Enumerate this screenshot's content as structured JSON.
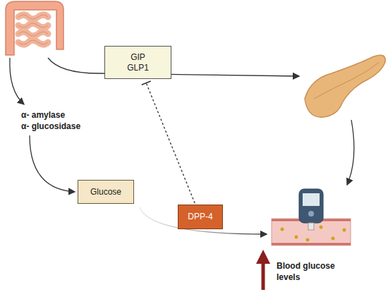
{
  "diagram": {
    "nodes": [
      {
        "text": [
          "GIP GLP1"
        ]
      },
      {
        "text": [
          "Glucose"
        ]
      },
      {
        "text": [
          "DPP-4"
        ]
      }
    ],
    "edges": [
      {
        "from": 2,
        "to": 0,
        "arrow": "to"
      }
    ],
    "labels": [
      "α- amylase",
      "α- glucosidase",
      "Blood glucose levels"
    ]
  }
}
